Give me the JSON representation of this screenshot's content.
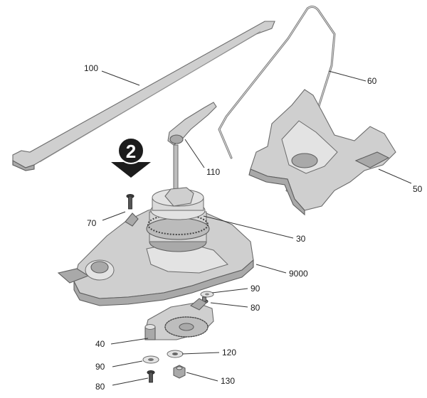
{
  "step": "2",
  "callouts": {
    "c100": "100",
    "c60": "60",
    "c110": "110",
    "c50": "50",
    "c70": "70",
    "c30": "30",
    "c9000": "9000",
    "c90a": "90",
    "c80a": "80",
    "c40": "40",
    "c120": "120",
    "c90b": "90",
    "c80b": "80",
    "c130": "130"
  }
}
